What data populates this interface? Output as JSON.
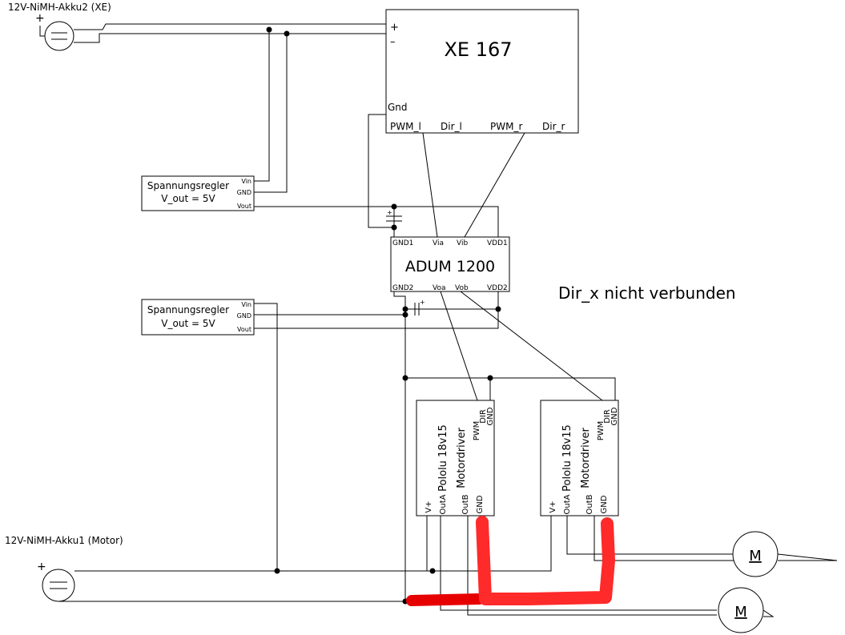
{
  "batteries": {
    "xe": {
      "label": "12V-NiMH-Akku2 (XE)",
      "plus": "+"
    },
    "motor": {
      "label": "12V-NiMH-Akku1 (Motor)",
      "plus": "+"
    }
  },
  "xe167": {
    "title": "XE 167",
    "pins": {
      "plus": "+",
      "minus": "–",
      "gnd": "Gnd",
      "pwm_l": "PWM_l",
      "dir_l": "Dir_l",
      "pwm_r": "PWM_r",
      "dir_r": "Dir_r"
    }
  },
  "regulator_top": {
    "line1": "Spannungsregler",
    "line2": "V_out = 5V",
    "pins": {
      "vin": "Vin",
      "gnd": "GND",
      "vout": "Vout"
    }
  },
  "regulator_bottom": {
    "line1": "Spannungsregler",
    "line2": "V_out = 5V",
    "pins": {
      "vin": "Vin",
      "gnd": "GND",
      "vout": "Vout"
    }
  },
  "adum": {
    "title": "ADUM 1200",
    "pins": {
      "gnd1": "GND1",
      "via": "Via",
      "vib": "Vib",
      "vdd1": "VDD1",
      "gnd2": "GND2",
      "voa": "Voa",
      "vob": "Vob",
      "vdd2": "VDD2"
    }
  },
  "capacitor_plus": "+",
  "drivers": [
    {
      "line1": "Pololu 18v15",
      "line2": "Motordriver",
      "pins_top": [
        "PWM",
        "DIR",
        "GND"
      ],
      "pins_bottom": [
        "V+",
        "OutA",
        "OutB",
        "GND"
      ]
    },
    {
      "line1": "Pololu 18v15",
      "line2": "Motordriver",
      "pins_top": [
        "PWM",
        "DIR",
        "GND"
      ],
      "pins_bottom": [
        "V+",
        "OutA",
        "OutB",
        "GND"
      ]
    }
  ],
  "motors": [
    {
      "label": "M"
    },
    {
      "label": "M"
    }
  ],
  "note": "Dir_x nicht verbunden",
  "colors": {
    "wire": "#000000",
    "highlight": "#ff2a2a",
    "highlight_dark": "#e60000",
    "background": "#ffffff"
  }
}
